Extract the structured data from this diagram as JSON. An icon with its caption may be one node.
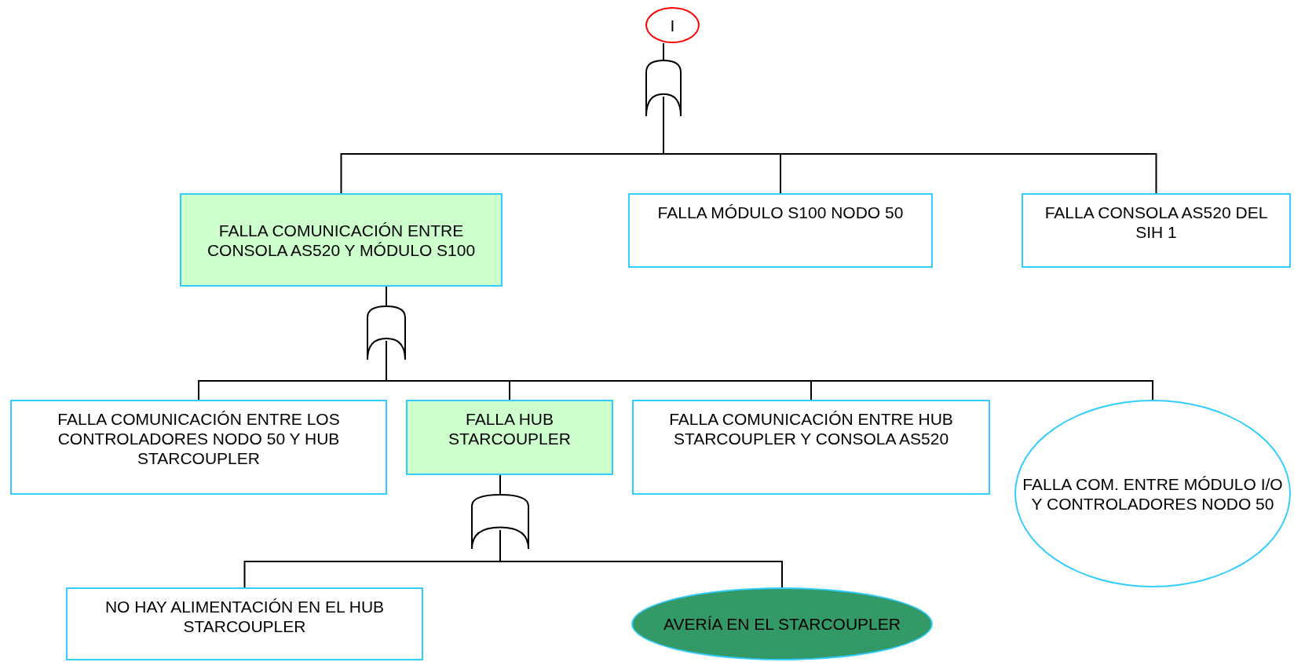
{
  "diagram": {
    "nodes": [
      {
        "text": [
          "I"
        ]
      },
      {
        "text": [],
        "shape": "gate"
      },
      {
        "text": [
          "FALLA COMUNICACIÓN ENTRE CONSOLA  AS520 Y MÓDULO S100"
        ]
      },
      {
        "text": [
          "FALLA MÓDULO S100 NODO 50"
        ]
      },
      {
        "text": [
          "FALLA CONSOLA AS520 DEL SIH 1"
        ]
      },
      {
        "text": [],
        "shape": "gate"
      },
      {
        "text": [
          "FALLA COMUNICACIÓN ENTRE LOS CONTROLADORES NODO 50 Y HUB STARCOUPLER"
        ]
      },
      {
        "text": [
          "FALLA HUB STARCOUPLER"
        ]
      },
      {
        "text": [
          "FALLA COMUNICACIÓN ENTRE HUB STARCOUPLER Y CONSOLA AS520"
        ]
      },
      {
        "text": [
          "FALLA COM. ENTRE MÓDULO I/O Y CONTROLADORES NODO 50"
        ]
      },
      {
        "text": [],
        "shape": "gate"
      },
      {
        "text": [
          "NO HAY ALIMENTACIÓN EN EL HUB STARCOUPLER"
        ]
      },
      {
        "text": [
          "AVERÍA EN EL STARCOUPLER"
        ]
      }
    ],
    "edges": [
      {
        "from": 0,
        "to": 1,
        "arrow": "none"
      },
      {
        "from": 1,
        "to": 2,
        "arrow": "none"
      },
      {
        "from": 1,
        "to": 3,
        "arrow": "none"
      },
      {
        "from": 1,
        "to": 4,
        "arrow": "none"
      },
      {
        "from": 2,
        "to": 5,
        "arrow": "none"
      },
      {
        "from": 5,
        "to": 6,
        "arrow": "none"
      },
      {
        "from": 5,
        "to": 7,
        "arrow": "none"
      },
      {
        "from": 5,
        "to": 8,
        "arrow": "none"
      },
      {
        "from": 5,
        "to": 9,
        "arrow": "none"
      },
      {
        "from": 7,
        "to": 10,
        "arrow": "none"
      },
      {
        "from": 10,
        "to": 11,
        "arrow": "none"
      },
      {
        "from": 10,
        "to": 12,
        "arrow": "none"
      }
    ]
  }
}
